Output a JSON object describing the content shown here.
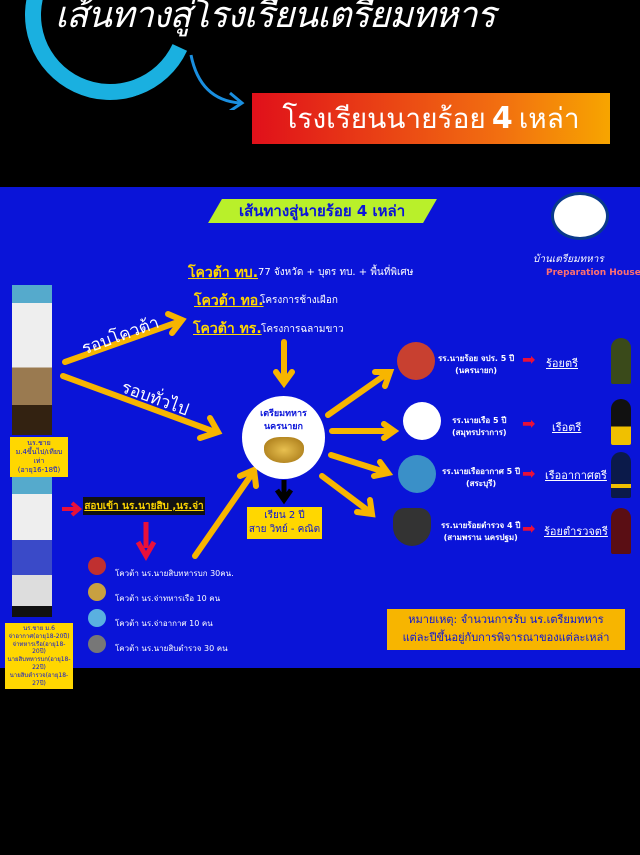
{
  "header": {
    "title": "เส้นทางสู่โรงเรียนเตรียมทหาร",
    "banner_prefix": "โรงเรียนนายร้อย",
    "banner_number": "4",
    "banner_suffix": "เหล่า"
  },
  "panel": {
    "title": "เส้นทางสู่นายร้อย 4 เหล่า",
    "logo_text": "บ้านเตรียมทหาร",
    "logo_sub": "Preparation House",
    "quotas": [
      {
        "label": "โควต้า ทบ.",
        "desc": "77 จังหวัด + บุตร ทบ. + พื้นที่พิเศษ"
      },
      {
        "label": "โควต้า ทอ.",
        "desc": "โครงการช้างเผือก"
      },
      {
        "label": "โควต้า ทร.",
        "desc": "โครงการฉลามขาว"
      }
    ],
    "route_quota": "รอบโควต้า",
    "route_general": "รอบทั่วไป",
    "student1_label": [
      "นร.ชาย",
      "ม.4ขึ้นไป/เทียบเท่า",
      "(อายุ16-18ปี)"
    ],
    "student2_label": [
      "นร.ชาย ม.6",
      "จ่าอากาศ(อายุ18-20ปี)",
      "จ่าทหารเรือ(อายุ18-20ปี)",
      "นายสิบทหารบก(อายุ18-22ปี)",
      "นายสิบตำรวจ(อายุ18-27ปี)"
    ],
    "center": {
      "line1": "เตรียมทหาร",
      "line2": "นครนายก"
    },
    "study": {
      "line1": "เรียน 2 ปี",
      "line2": "สาย วิทย์ - คณิต"
    },
    "exam": "สอบเข้า นร.นายสิบ ,นร.จ่า",
    "sub_quotas": [
      "โควต้า นร.นายสิบทหารบก 30คน.",
      "โควต้า นร.จ่าทหารเรือ 10 คน",
      "โควต้า นร.จ่าอากาศ 10 คน",
      "โควต้า นร.นายสิบตำรวจ 30 คน"
    ],
    "schools": [
      {
        "name": "รร.นายร้อย จปร. 5 ปี",
        "place": "(นครนายก)",
        "rank": "ร้อยตรี",
        "color": "#3a4a1a"
      },
      {
        "name": "รร.นายเรือ 5 ปี",
        "place": "(สมุทรปราการ)",
        "rank": "เรือตรี",
        "color": "#111111"
      },
      {
        "name": "รร.นายเรืออากาศ 5 ปี",
        "place": "(สระบุรี)",
        "rank": "เรืออากาศตรี",
        "color": "#0b1a4a"
      },
      {
        "name": "รร.นายร้อยตำรวจ 4 ปี",
        "place": "(สามพราน นครปฐม)",
        "rank": "ร้อยตำรวจตรี",
        "color": "#5a0e14"
      }
    ],
    "note": {
      "line1": "หมายเหตุ: จำนวนการรับ นร.เตรียมทหาร",
      "line2": "แต่ละปีขึ้นอยู่กับการพิจารณาของแต่ละเหล่า"
    }
  }
}
